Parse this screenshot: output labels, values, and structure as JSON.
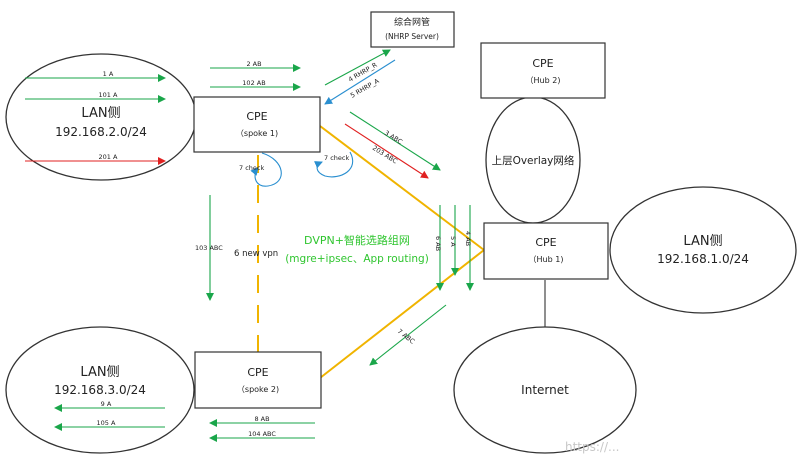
{
  "nodes": {
    "nhrp": {
      "title": "综合网管",
      "subtitle": "(NHRP Server)"
    },
    "hub2": {
      "title": "CPE",
      "subtitle": "（Hub 2)"
    },
    "spoke1": {
      "title": "CPE",
      "subtitle": "（spoke 1)"
    },
    "hub1": {
      "title": "CPE",
      "subtitle": "（Hub 1)"
    },
    "spoke2": {
      "title": "CPE",
      "subtitle": "（spoke 2)"
    },
    "lan2": {
      "title": "LAN侧",
      "subtitle": "192.168.2.0/24"
    },
    "lan1": {
      "title": "LAN侧",
      "subtitle": "192.168.1.0/24"
    },
    "lan3": {
      "title": "LAN侧",
      "subtitle": "192.168.3.0/24"
    },
    "overlay": {
      "title": "上层Overlay网络"
    },
    "internet": {
      "title": "Internet"
    }
  },
  "center_label": {
    "line1": "DVPN+智能选路组网",
    "line2": "(mgre+ipsec、App routing)"
  },
  "steps": {
    "s1": "1 A",
    "s101": "101  A",
    "s201": "201 A",
    "s2": "2 AB",
    "s102": "102 AB",
    "s4": "4 RHRP_R",
    "s5": "5 RHRP_A",
    "s3": "3 ABC",
    "s203": "203 ABC",
    "s7check_a": "7 check",
    "s7check_b": "7 check",
    "s103": "103 ABC",
    "s6new": "6 new vpn",
    "s6ab": "6 AB",
    "s5a": "5 A",
    "s4ab": "4 AB",
    "s7abc": "7 ABC",
    "s9": "9 A",
    "s105": "105 A",
    "s8": "8 AB",
    "s104": "104 ABC"
  },
  "watermark": "https://..."
}
